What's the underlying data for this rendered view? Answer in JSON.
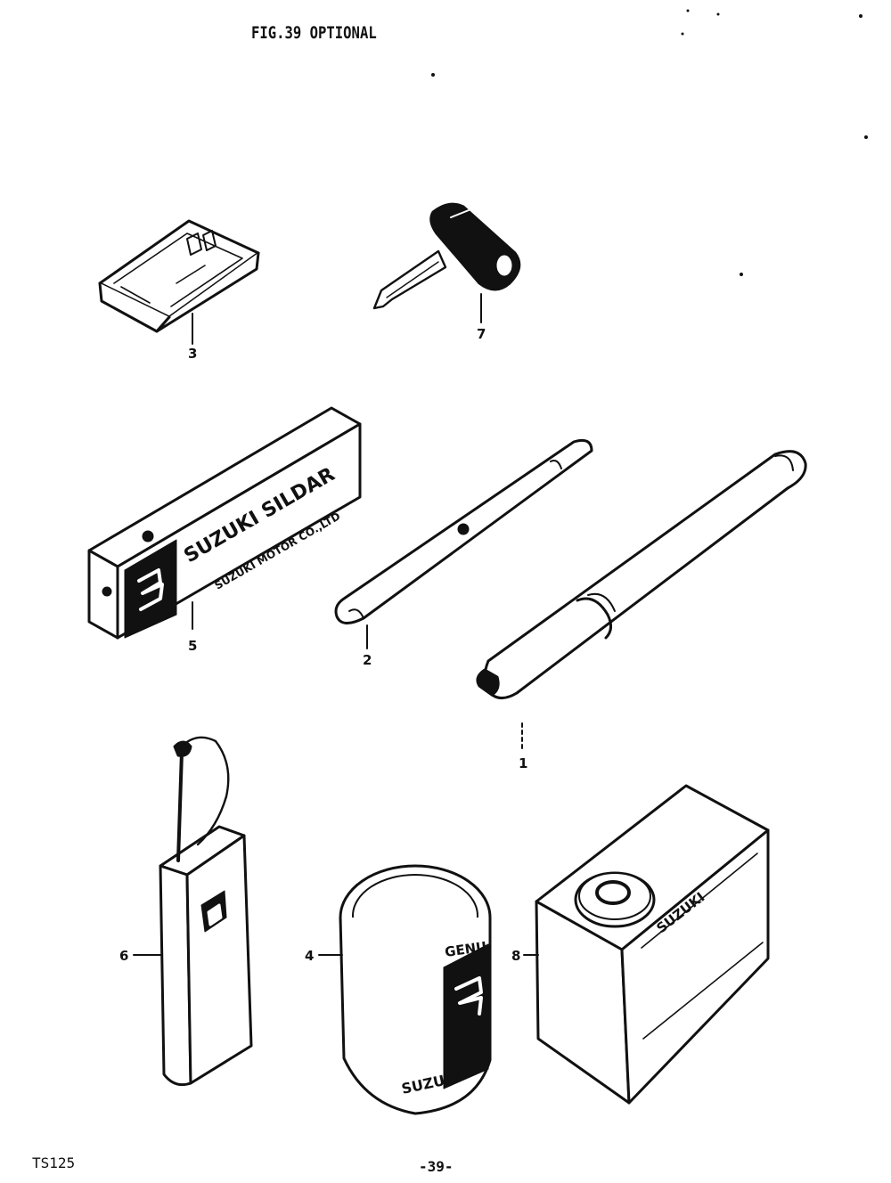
{
  "header": {
    "title": "FIG.39  OPTIONAL"
  },
  "footer": {
    "model": "TS125",
    "page": "-39-"
  },
  "callouts": {
    "case": "3",
    "key": "7",
    "sildar_box": "5",
    "tire_lever": "2",
    "pump": "1",
    "touch_up": "6",
    "grease_can": "4",
    "oil_can": "8"
  },
  "product_text": {
    "sildar_brand": "SUZUKI SILDAR",
    "sildar_maker": "SUZUKI MOTOR CO.,LTD",
    "grease_side": "SUZUKI",
    "grease_top": "GENU",
    "oil_brand": "SUZUKI"
  }
}
